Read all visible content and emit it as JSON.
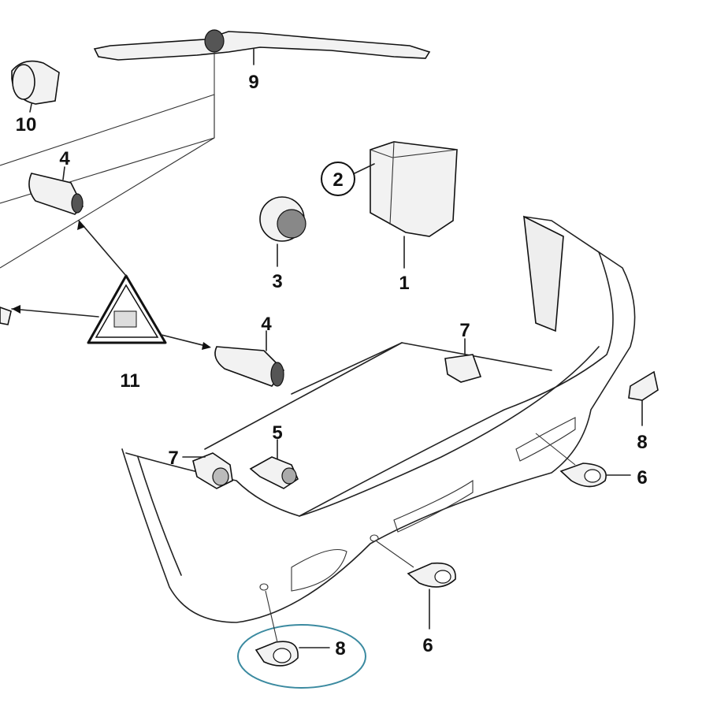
{
  "diagram": {
    "labels": {
      "p9": "9",
      "p10": "10",
      "p4a": "4",
      "p2": "2",
      "p3": "3",
      "p1": "1",
      "p11": "11",
      "p4b": "4",
      "p7a": "7",
      "p8a": "8",
      "p5": "5",
      "p7b": "7",
      "p6a": "6",
      "p6b": "6",
      "p8b": "8"
    },
    "highlight_color": "#3b8aa0"
  }
}
